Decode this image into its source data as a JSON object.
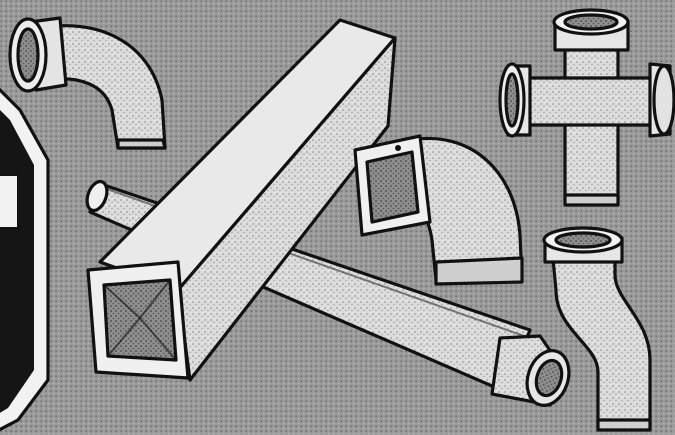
{
  "scene": {
    "description_visible_text": "",
    "colors": {
      "background": "#9a9a9a",
      "stipple": "#6e6e6e",
      "pipe_light": "#eeeeee",
      "pipe_mid": "#c4c4c4",
      "pipe_shadow": "#7a7a7a",
      "ink": "#111111",
      "sign_white": "#f2f2f2"
    },
    "objects": [
      {
        "name": "round-elbow-fitting"
      },
      {
        "name": "square-downpipe"
      },
      {
        "name": "round-pipe"
      },
      {
        "name": "square-elbow-fitting"
      },
      {
        "name": "cross-tee-fitting"
      },
      {
        "name": "offset-bend-fitting"
      },
      {
        "name": "octagon-sign"
      }
    ]
  }
}
